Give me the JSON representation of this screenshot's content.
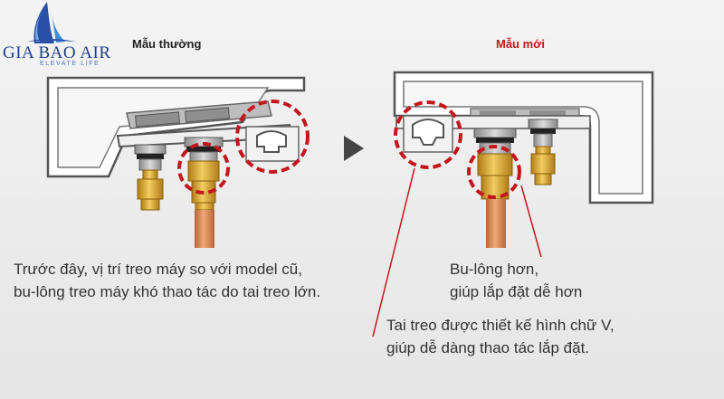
{
  "brand": {
    "name": "GIA BAO AIR",
    "slogan": "ELEVATE LIFE",
    "logo_icon": "sail-logo-icon"
  },
  "panels": {
    "old_title": "Mẫu thường",
    "new_title": "Mẫu mới"
  },
  "captions": {
    "left": [
      "Trước đây, vị trí treo máy so với model cũ,",
      "bu-lông treo máy khó thao tác do tai treo lớn."
    ],
    "right": [
      "Bu-lông hơn,",
      "giúp lắp đặt dễ hơn"
    ],
    "bottom": [
      "Tai treo được thiết kế hình chữ V,",
      "giúp dễ dàng thao tác lắp đặt."
    ]
  },
  "colors": {
    "highlight_red": "#c4161c",
    "brass": "#d9a535",
    "copper": "#d9824f",
    "outline": "#555555"
  },
  "icons": {
    "arrow": "triangle-right-arrow-icon"
  }
}
